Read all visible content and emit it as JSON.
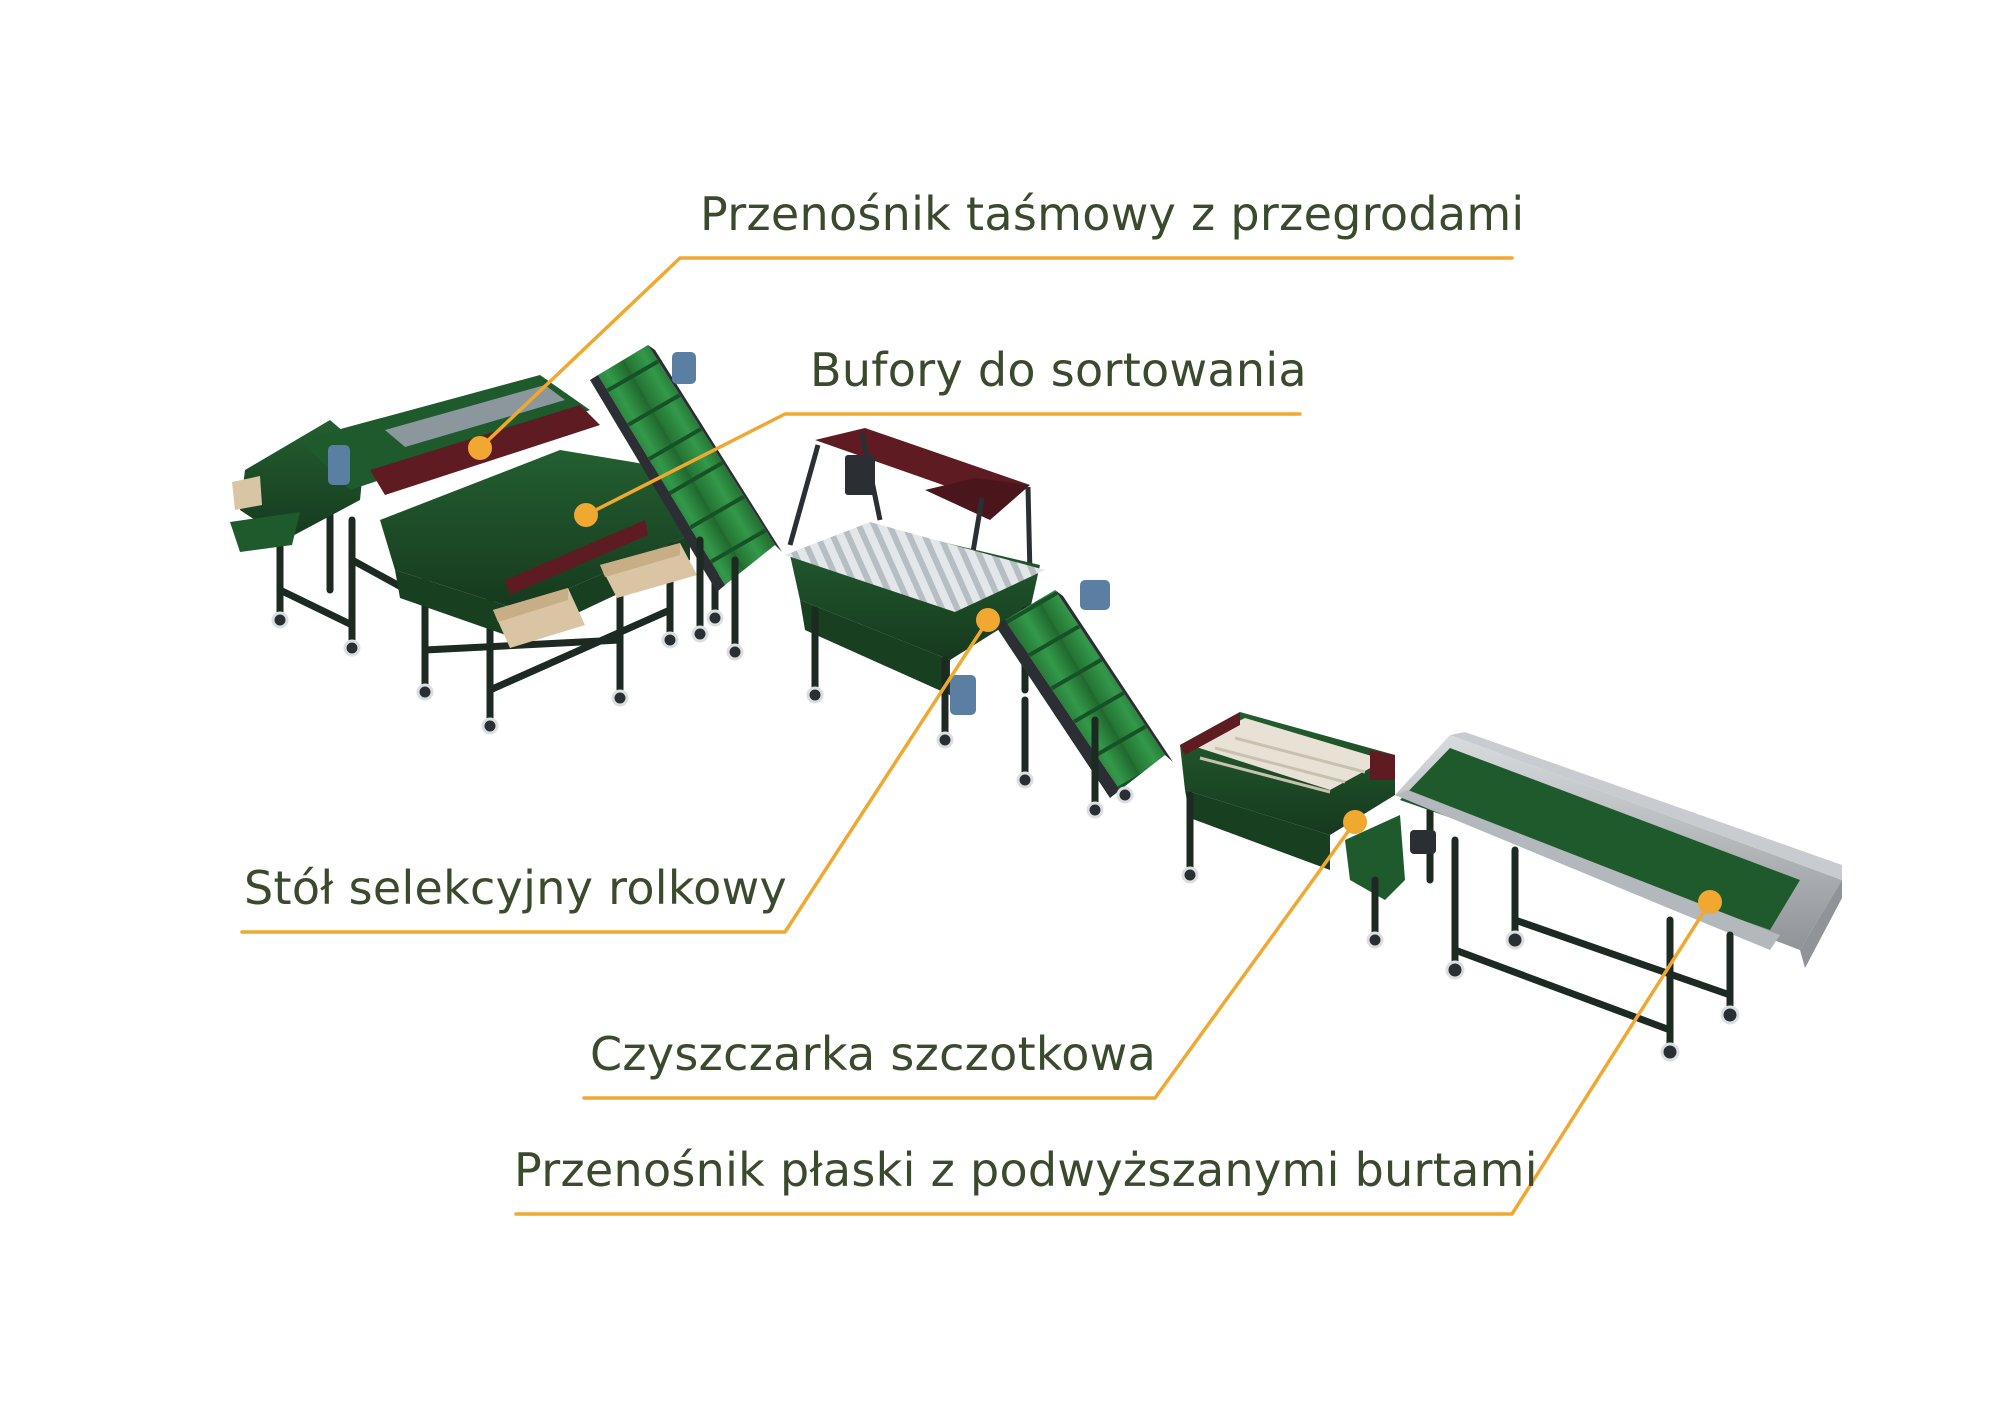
{
  "colors": {
    "background": "#ffffff",
    "label_text": "#3a4a2c",
    "callout_line": "#f0a830",
    "machine_green": "#1f5a2c",
    "machine_green_dark": "#173f20",
    "machine_frame": "#1c2a22",
    "machine_maroon": "#5e1c22",
    "belt_green": "#2e8a3c",
    "roller_grey": "#c9cfd3",
    "steel_grey": "#a9aeb2",
    "motor_blue": "#5b7fa3",
    "crate_tan": "#d9c4a3"
  },
  "callouts": [
    {
      "id": "belt-conveyor-with-partitions",
      "label": "Przenośnik taśmowy z przegrodami"
    },
    {
      "id": "sorting-buffers",
      "label": "Bufory do sortowania"
    },
    {
      "id": "roller-selection-table",
      "label": "Stół selekcyjny rolkowy"
    },
    {
      "id": "brush-cleaner",
      "label": "Czyszczarka szczotkowa"
    },
    {
      "id": "flat-conveyor-raised-sides",
      "label": "Przenośnik płaski z podwyższanymi burtami"
    }
  ]
}
